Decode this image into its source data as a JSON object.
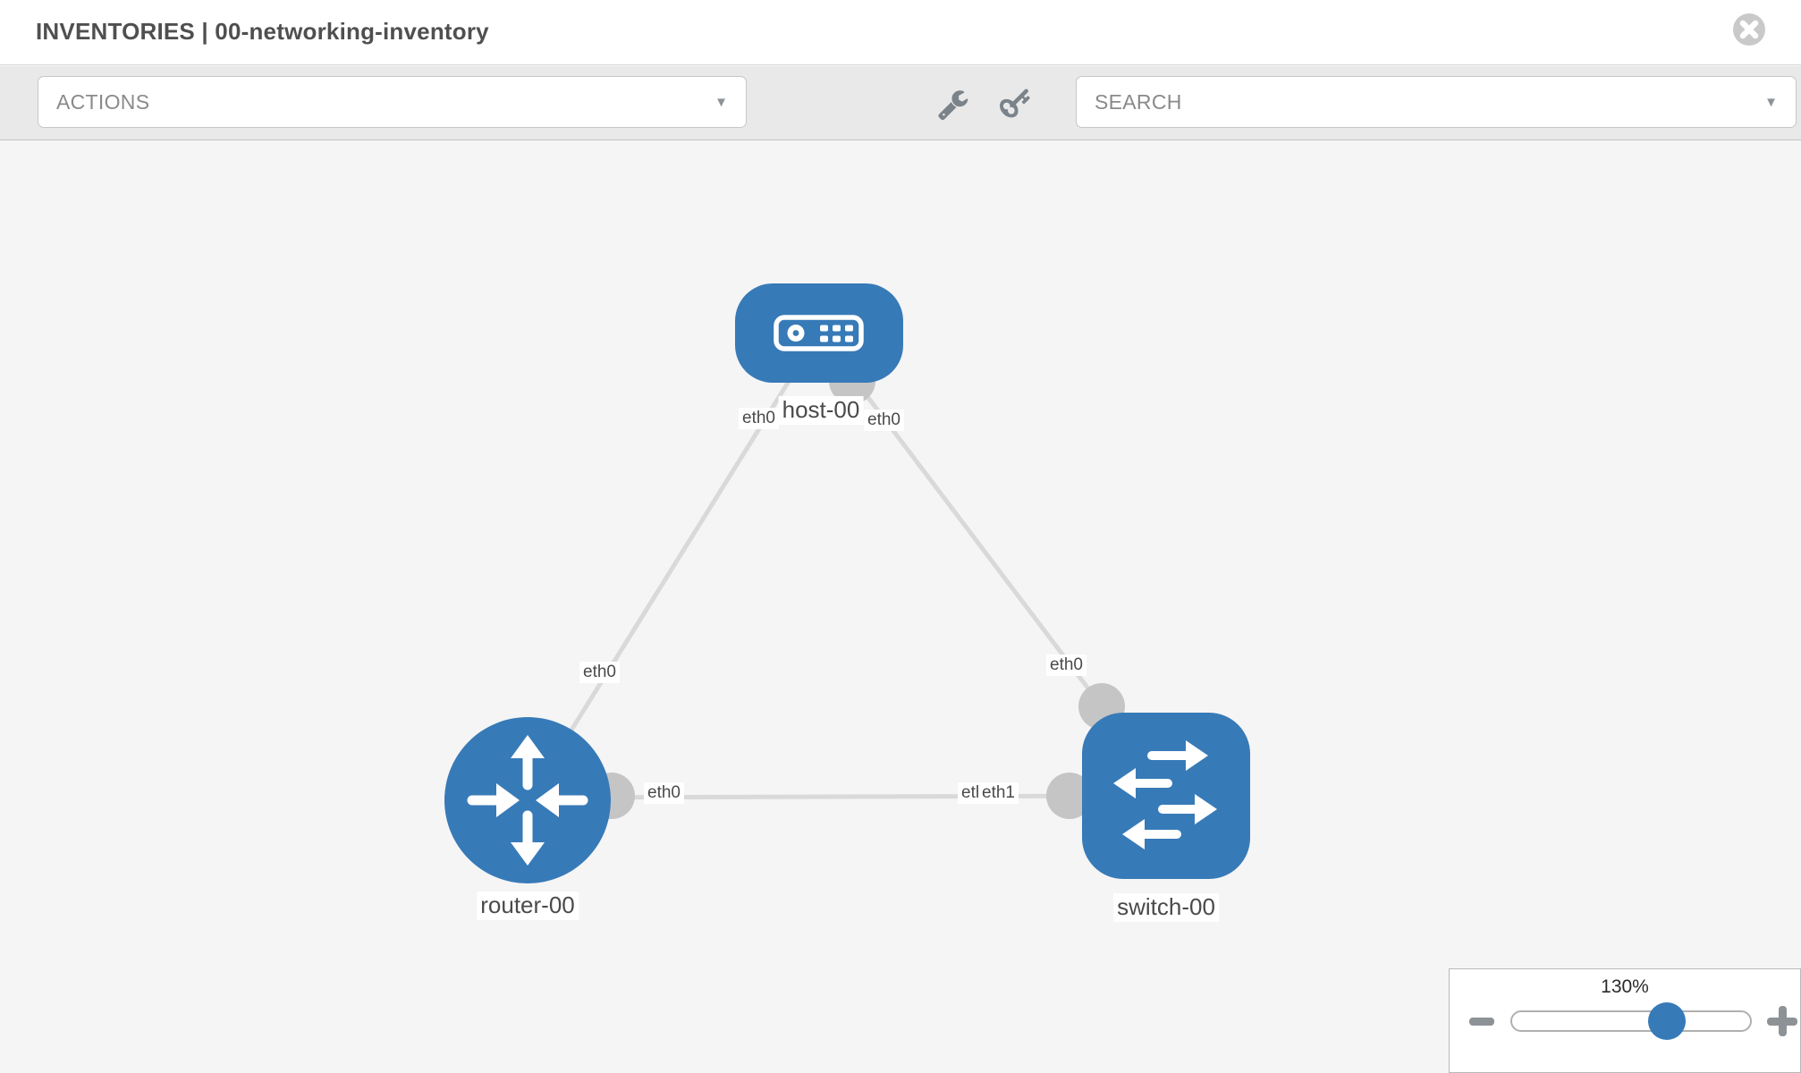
{
  "header": {
    "title": "INVENTORIES | 00-networking-inventory"
  },
  "toolbar": {
    "actions_label": "ACTIONS",
    "search_label": "SEARCH",
    "caret": "▼",
    "icons": [
      "wrench-icon",
      "key-icon"
    ]
  },
  "topology": {
    "nodes": [
      {
        "label": "host-00",
        "type": "host"
      },
      {
        "label": "router-00",
        "type": "router"
      },
      {
        "label": "switch-00",
        "type": "switch"
      }
    ],
    "links": [
      {
        "from": "host-00",
        "to": "router-00",
        "from_iface": "eth0",
        "to_iface": "eth0"
      },
      {
        "from": "host-00",
        "to": "switch-00",
        "from_iface": "eth0",
        "to_iface": "eth0"
      },
      {
        "from": "router-00",
        "to": "switch-00",
        "from_iface": "eth0",
        "to_iface": "eth1"
      }
    ],
    "iface_labels": {
      "host_left": "eth0",
      "host_right": "eth0",
      "link_a_router": "eth0",
      "link_b_switch": "eth0",
      "link_c_router": "eth0",
      "link_c_switch_back": "eth1",
      "link_c_switch_front": "eth1"
    }
  },
  "zoom": {
    "level": "130%"
  },
  "colors": {
    "node_blue": "#377ab8",
    "port_gray": "#c5c5c5",
    "link_gray": "#d9d9d9",
    "toolbar_bg": "#e9e9e9",
    "canvas_bg": "#f5f5f5"
  }
}
